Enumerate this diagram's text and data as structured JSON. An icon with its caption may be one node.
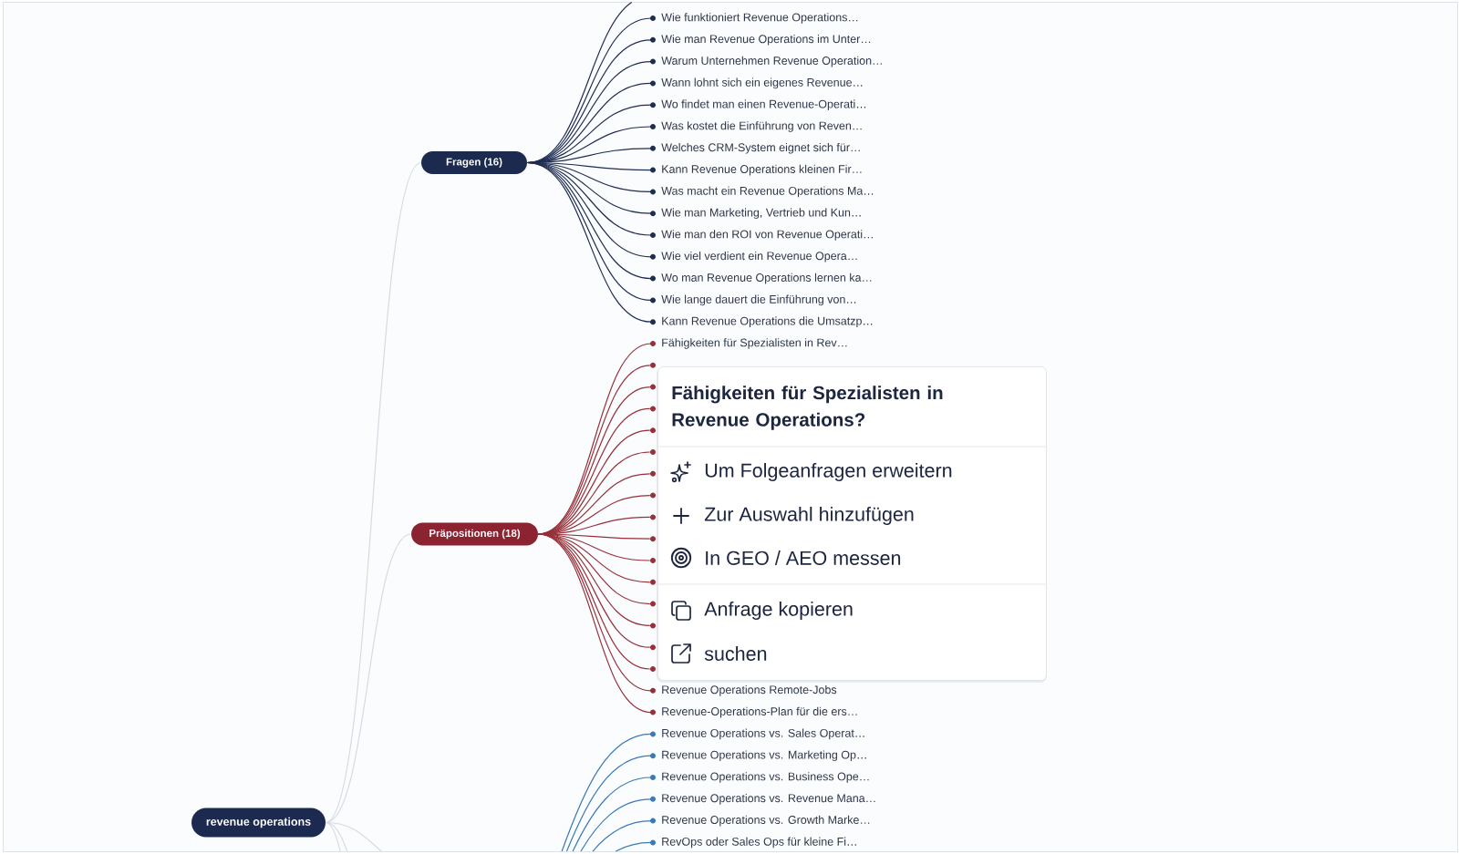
{
  "diagram": {
    "nodes": [
      {
        "text": [
          "revenue operations"
        ]
      },
      {
        "text": [
          "Fragen (16)"
        ]
      },
      {
        "text": [
          "Wie funktioniert Revenue Operations…"
        ]
      },
      {
        "text": [
          "Wie man Revenue Operations im Unter…"
        ]
      },
      {
        "text": [
          "Warum Unternehmen Revenue Operation…"
        ]
      },
      {
        "text": [
          "Wann lohnt sich ein eigenes Revenue…"
        ]
      },
      {
        "text": [
          "Wo findet man einen Revenue-Operati…"
        ]
      },
      {
        "text": [
          "Was kostet die Einführung von Reven…"
        ]
      },
      {
        "text": [
          "Welches CRM-System eignet sich für…"
        ]
      },
      {
        "text": [
          "Kann Revenue Operations kleinen Fir…"
        ]
      },
      {
        "text": [
          "Was macht ein Revenue Operations Ma…"
        ]
      },
      {
        "text": [
          "Wie man Marketing, Vertrieb und Kun…"
        ]
      },
      {
        "text": [
          "Wie man den ROI von Revenue Operati…"
        ]
      },
      {
        "text": [
          "Wie viel verdient ein Revenue Opera…"
        ]
      },
      {
        "text": [
          "Wo man Revenue Operations lernen ka…"
        ]
      },
      {
        "text": [
          "Wie lange dauert die Einführung von…"
        ]
      },
      {
        "text": [
          "Kann Revenue Operations die Umsatzp…"
        ]
      },
      {
        "text": [
          "Präpositionen (18)"
        ]
      },
      {
        "text": [
          "Fähigkeiten für Spezialisten in Rev…"
        ]
      },
      {
        "text": [],
        "shape": "circle"
      },
      {
        "text": [],
        "shape": "circle"
      },
      {
        "text": [],
        "shape": "circle"
      },
      {
        "text": [],
        "shape": "circle"
      },
      {
        "text": [],
        "shape": "circle"
      },
      {
        "text": [],
        "shape": "circle"
      },
      {
        "text": [],
        "shape": "circle"
      },
      {
        "text": [],
        "shape": "circle"
      },
      {
        "text": [],
        "shape": "circle"
      },
      {
        "text": [],
        "shape": "circle"
      },
      {
        "text": [],
        "shape": "circle"
      },
      {
        "text": [],
        "shape": "circle"
      },
      {
        "text": [],
        "shape": "circle"
      },
      {
        "text": [],
        "shape": "circle"
      },
      {
        "text": [],
        "shape": "circle"
      },
      {
        "text": [
          "Revenue Operations Remote-Jobs"
        ]
      },
      {
        "text": [
          "Revenue-Operations-Plan für die ers…"
        ]
      },
      {
        "text": [
          "Revenue Operations vs. Sales Operat…"
        ]
      },
      {
        "text": [
          "Revenue Operations vs. Marketing Op…"
        ]
      },
      {
        "text": [
          "Revenue Operations vs. Business Ope…"
        ]
      },
      {
        "text": [
          "Revenue Operations vs. Revenue Mana…"
        ]
      },
      {
        "text": [
          "Revenue Operations vs. Growth Marke…"
        ]
      },
      {
        "text": [
          "RevOps oder Sales Ops für kleine Fi…"
        ]
      },
      {
        "text": [
          "Fähigkeiten für Spezialisten in Revenue Operations?",
          "Um Folgeanfragen erweitern",
          "Zur Auswahl hinzufügen",
          "In GEO / AEO messen",
          "Anfrage kopieren",
          "suchen"
        ]
      }
    ],
    "edges": [
      {
        "from": 0,
        "to": 1,
        "arrow": "none",
        "color": "#d5dbe2"
      },
      {
        "from": 0,
        "to": 17,
        "arrow": "none",
        "color": "#d5dbe2"
      },
      {
        "from": 0,
        "to": null,
        "arrow": "none",
        "color": "#d5dbe2"
      },
      {
        "from": 0,
        "to": null,
        "arrow": "none",
        "color": "#d5dbe2"
      },
      {
        "from": 0,
        "to": null,
        "arrow": "none",
        "color": "#d5dbe2"
      },
      {
        "from": 1,
        "to": null,
        "arrow": "none",
        "color": "#1f2d52"
      },
      {
        "from": 1,
        "to": 2,
        "arrow": "none",
        "color": "#1f2d52"
      },
      {
        "from": 1,
        "to": 3,
        "arrow": "none",
        "color": "#1f2d52"
      },
      {
        "from": 1,
        "to": 4,
        "arrow": "none",
        "color": "#1f2d52"
      },
      {
        "from": 1,
        "to": 5,
        "arrow": "none",
        "color": "#1f2d52"
      },
      {
        "from": 1,
        "to": 6,
        "arrow": "none",
        "color": "#1f2d52"
      },
      {
        "from": 1,
        "to": 7,
        "arrow": "none",
        "color": "#1f2d52"
      },
      {
        "from": 1,
        "to": 8,
        "arrow": "none",
        "color": "#1f2d52"
      },
      {
        "from": 1,
        "to": 9,
        "arrow": "none",
        "color": "#1f2d52"
      },
      {
        "from": 1,
        "to": 10,
        "arrow": "none",
        "color": "#1f2d52"
      },
      {
        "from": 1,
        "to": 11,
        "arrow": "none",
        "color": "#1f2d52"
      },
      {
        "from": 1,
        "to": 12,
        "arrow": "none",
        "color": "#1f2d52"
      },
      {
        "from": 1,
        "to": 13,
        "arrow": "none",
        "color": "#1f2d52"
      },
      {
        "from": 1,
        "to": 14,
        "arrow": "none",
        "color": "#1f2d52"
      },
      {
        "from": 1,
        "to": 15,
        "arrow": "none",
        "color": "#1f2d52"
      },
      {
        "from": 1,
        "to": 16,
        "arrow": "none",
        "color": "#1f2d52"
      },
      {
        "from": 17,
        "to": 18,
        "arrow": "none"
      },
      {
        "from": 17,
        "to": 19,
        "arrow": "none"
      },
      {
        "from": 17,
        "to": 20,
        "arrow": "none"
      },
      {
        "from": 17,
        "to": 21,
        "arrow": "none"
      },
      {
        "from": 17,
        "to": 22,
        "arrow": "none"
      },
      {
        "from": 17,
        "to": 23,
        "arrow": "none"
      },
      {
        "from": 17,
        "to": 24,
        "arrow": "none"
      },
      {
        "from": 17,
        "to": 25,
        "arrow": "none"
      },
      {
        "from": 17,
        "to": 26,
        "arrow": "none"
      },
      {
        "from": 17,
        "to": 27,
        "arrow": "none"
      },
      {
        "from": 17,
        "to": 28,
        "arrow": "none"
      },
      {
        "from": 17,
        "to": 29,
        "arrow": "none"
      },
      {
        "from": 17,
        "to": 30,
        "arrow": "none"
      },
      {
        "from": 17,
        "to": 31,
        "arrow": "none"
      },
      {
        "from": 17,
        "to": 32,
        "arrow": "none"
      },
      {
        "from": 17,
        "to": 33,
        "arrow": "none"
      },
      {
        "from": 17,
        "to": 34,
        "arrow": "none"
      },
      {
        "from": 17,
        "to": 35,
        "arrow": "none"
      },
      {
        "from": null,
        "to": 36,
        "arrow": "none",
        "color": "#3b79b7"
      },
      {
        "from": null,
        "to": 37,
        "arrow": "none",
        "color": "#3b79b7"
      },
      {
        "from": null,
        "to": 38,
        "arrow": "none",
        "color": "#3b79b7"
      },
      {
        "from": null,
        "to": 39,
        "arrow": "none",
        "color": "#3b79b7"
      },
      {
        "from": null,
        "to": 40,
        "arrow": "none",
        "color": "#3b79b7"
      },
      {
        "from": null,
        "to": 41,
        "arrow": "none",
        "color": "#3b79b7"
      }
    ]
  }
}
